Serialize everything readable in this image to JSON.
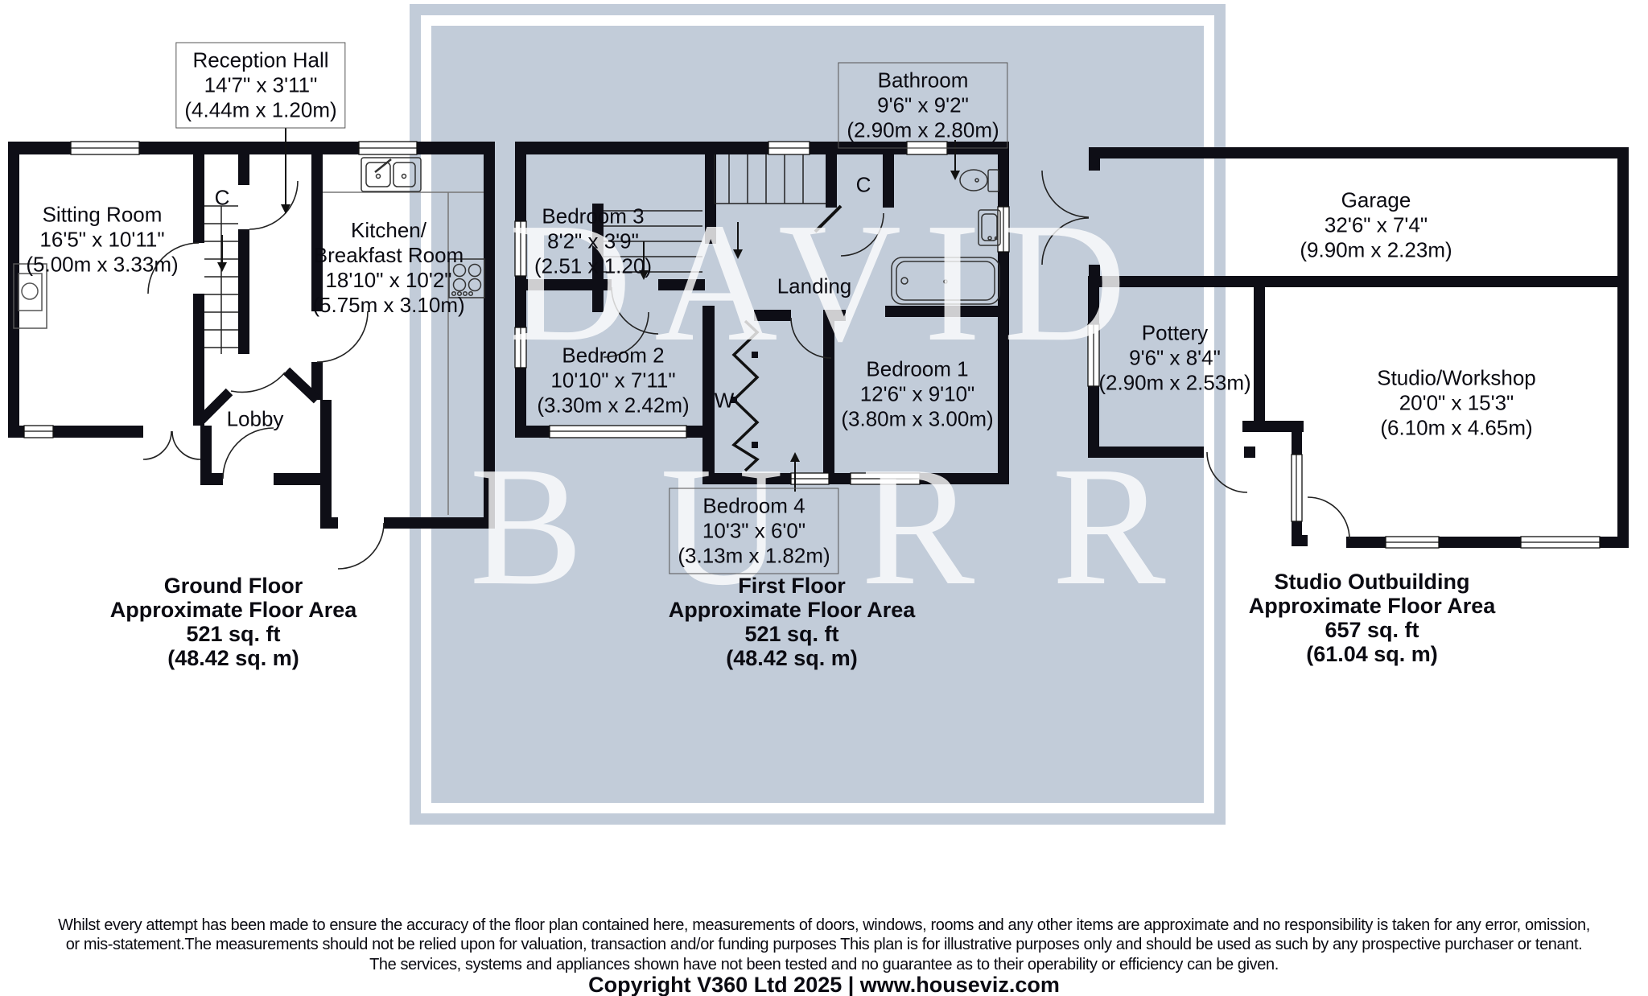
{
  "watermark": {
    "word1": "DAVID",
    "word2": "BURR"
  },
  "ground_floor": {
    "reception_hall": {
      "name": "Reception Hall",
      "imperial": "14'7\" x 3'11\"",
      "metric": "(4.44m x 1.20m)"
    },
    "sitting_room": {
      "name": "Sitting Room",
      "imperial": "16'5\" x 10'11\"",
      "metric": "(5.00m x 3.33m)"
    },
    "kitchen": {
      "name_line1": "Kitchen/",
      "name_line2": "Breakfast Room",
      "imperial": "18'10\" x 10'2\"",
      "metric": "(5.75m x 3.10m)"
    },
    "lobby": {
      "name": "Lobby"
    },
    "cupboard": {
      "name": "C"
    },
    "title": {
      "floor": "Ground Floor",
      "area_label": "Approximate Floor Area",
      "area_ft": "521 sq. ft",
      "area_m": "(48.42 sq. m)"
    }
  },
  "first_floor": {
    "bedroom1": {
      "name": "Bedroom 1",
      "imperial": "12'6\" x 9'10\"",
      "metric": "(3.80m x 3.00m)"
    },
    "bedroom2": {
      "name": "Bedroom 2",
      "imperial": "10'10\" x 7'11\"",
      "metric": "(3.30m x 2.42m)"
    },
    "bedroom3": {
      "name": "Bedroom 3",
      "imperial": "8'2\" x 3'9\"",
      "metric": "(2.51 x 1.20)"
    },
    "bedroom4": {
      "name": "Bedroom 4",
      "imperial": "10'3\" x 6'0\"",
      "metric": "(3.13m x 1.82m)"
    },
    "bathroom": {
      "name": "Bathroom",
      "imperial": "9'6\" x 9'2\"",
      "metric": "(2.90m x 2.80m)"
    },
    "landing": {
      "name": "Landing"
    },
    "wardrobe": {
      "name": "W"
    },
    "cupboard": {
      "name": "C"
    },
    "title": {
      "floor": "First Floor",
      "area_label": "Approximate Floor Area",
      "area_ft": "521 sq. ft",
      "area_m": "(48.42 sq. m)"
    }
  },
  "outbuilding": {
    "garage": {
      "name": "Garage",
      "imperial": "32'6\" x 7'4\"",
      "metric": "(9.90m x 2.23m)"
    },
    "pottery": {
      "name": "Pottery",
      "imperial": "9'6\" x 8'4\"",
      "metric": "(2.90m x 2.53m)"
    },
    "studio": {
      "name": "Studio/Workshop",
      "imperial": "20'0\" x 15'3\"",
      "metric": "(6.10m x 4.65m)"
    },
    "title": {
      "floor": "Studio Outbuilding",
      "area_label": "Approximate Floor Area",
      "area_ft": "657 sq. ft",
      "area_m": "(61.04 sq. m)"
    }
  },
  "footer": {
    "disclaimer1": "Whilst every attempt has been made to ensure the accuracy of the floor plan contained here, measurements of doors, windows, rooms and any other items are approximate and no responsibility is taken for any error, omission,",
    "disclaimer2": "or mis-statement.The measurements should not be relied upon for valuation, transaction and/or funding purposes This plan is for illustrative purposes only and should be used as such by any prospective purchaser or tenant.",
    "disclaimer3": "The services, systems and appliances shown have not been tested and no guarantee as to their operability or efficiency can be given.",
    "copyright": "Copyright V360 Ltd 2025 | www.houseviz.com"
  }
}
